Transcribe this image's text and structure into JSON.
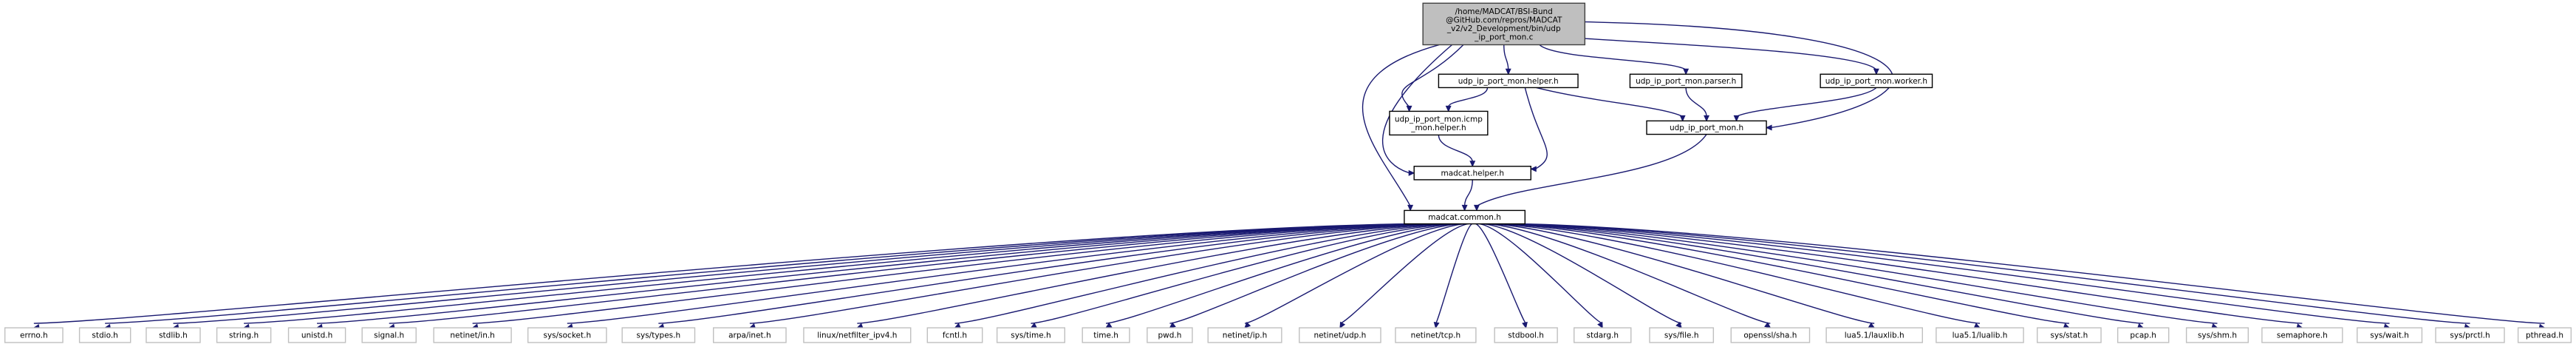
{
  "colors": {
    "edge": "#191970",
    "root_fill": "#bfbfbf",
    "root_border": "#404040",
    "node_fill": "#ffffff",
    "node_border": "#000000",
    "leaf_border": "#bfbfbf",
    "text": "#000000"
  },
  "nodes": [
    {
      "id": "root",
      "lines": [
        "/home/MADCAT/BSI-Bund",
        "@GitHub.com/repros/MADCAT",
        "_v2/v2_Development/bin/udp",
        "_ip_port_mon.c"
      ],
      "kind": "root"
    },
    {
      "id": "helper",
      "lines": [
        "udp_ip_port_mon.helper.h"
      ],
      "kind": "normal"
    },
    {
      "id": "parser",
      "lines": [
        "udp_ip_port_mon.parser.h"
      ],
      "kind": "normal"
    },
    {
      "id": "worker",
      "lines": [
        "udp_ip_port_mon.worker.h"
      ],
      "kind": "normal"
    },
    {
      "id": "icmp",
      "lines": [
        "udp_ip_port_mon.icmp",
        "_mon.helper.h"
      ],
      "kind": "normal"
    },
    {
      "id": "mon",
      "lines": [
        "udp_ip_port_mon.h"
      ],
      "kind": "normal"
    },
    {
      "id": "madhelper",
      "lines": [
        "madcat.helper.h"
      ],
      "kind": "normal"
    },
    {
      "id": "common",
      "lines": [
        "madcat.common.h"
      ],
      "kind": "normal"
    },
    {
      "id": "errno",
      "lines": [
        "errno.h"
      ],
      "kind": "leaf"
    },
    {
      "id": "stdio",
      "lines": [
        "stdio.h"
      ],
      "kind": "leaf"
    },
    {
      "id": "stdlib",
      "lines": [
        "stdlib.h"
      ],
      "kind": "leaf"
    },
    {
      "id": "string",
      "lines": [
        "string.h"
      ],
      "kind": "leaf"
    },
    {
      "id": "unistd",
      "lines": [
        "unistd.h"
      ],
      "kind": "leaf"
    },
    {
      "id": "signal",
      "lines": [
        "signal.h"
      ],
      "kind": "leaf"
    },
    {
      "id": "netinet_in",
      "lines": [
        "netinet/in.h"
      ],
      "kind": "leaf"
    },
    {
      "id": "sys_socket",
      "lines": [
        "sys/socket.h"
      ],
      "kind": "leaf"
    },
    {
      "id": "sys_types",
      "lines": [
        "sys/types.h"
      ],
      "kind": "leaf"
    },
    {
      "id": "arpa_inet",
      "lines": [
        "arpa/inet.h"
      ],
      "kind": "leaf"
    },
    {
      "id": "netfilter",
      "lines": [
        "linux/netfilter_ipv4.h"
      ],
      "kind": "leaf"
    },
    {
      "id": "fcntl",
      "lines": [
        "fcntl.h"
      ],
      "kind": "leaf"
    },
    {
      "id": "sys_time",
      "lines": [
        "sys/time.h"
      ],
      "kind": "leaf"
    },
    {
      "id": "time",
      "lines": [
        "time.h"
      ],
      "kind": "leaf"
    },
    {
      "id": "pwd",
      "lines": [
        "pwd.h"
      ],
      "kind": "leaf"
    },
    {
      "id": "netinet_ip",
      "lines": [
        "netinet/ip.h"
      ],
      "kind": "leaf"
    },
    {
      "id": "netinet_udp",
      "lines": [
        "netinet/udp.h"
      ],
      "kind": "leaf"
    },
    {
      "id": "netinet_tcp",
      "lines": [
        "netinet/tcp.h"
      ],
      "kind": "leaf"
    },
    {
      "id": "stdbool",
      "lines": [
        "stdbool.h"
      ],
      "kind": "leaf"
    },
    {
      "id": "stdarg",
      "lines": [
        "stdarg.h"
      ],
      "kind": "leaf"
    },
    {
      "id": "sys_file",
      "lines": [
        "sys/file.h"
      ],
      "kind": "leaf"
    },
    {
      "id": "openssl_sha",
      "lines": [
        "openssl/sha.h"
      ],
      "kind": "leaf"
    },
    {
      "id": "lauxlib",
      "lines": [
        "lua5.1/lauxlib.h"
      ],
      "kind": "leaf"
    },
    {
      "id": "lualib",
      "lines": [
        "lua5.1/lualib.h"
      ],
      "kind": "leaf"
    },
    {
      "id": "sys_stat",
      "lines": [
        "sys/stat.h"
      ],
      "kind": "leaf"
    },
    {
      "id": "pcap",
      "lines": [
        "pcap.h"
      ],
      "kind": "leaf"
    },
    {
      "id": "sys_shm",
      "lines": [
        "sys/shm.h"
      ],
      "kind": "leaf"
    },
    {
      "id": "semaphore",
      "lines": [
        "semaphore.h"
      ],
      "kind": "leaf"
    },
    {
      "id": "sys_wait",
      "lines": [
        "sys/wait.h"
      ],
      "kind": "leaf"
    },
    {
      "id": "sys_prctl",
      "lines": [
        "sys/prctl.h"
      ],
      "kind": "leaf"
    },
    {
      "id": "pthread",
      "lines": [
        "pthread.h"
      ],
      "kind": "leaf"
    }
  ],
  "edges": [
    [
      "root",
      "helper"
    ],
    [
      "root",
      "parser"
    ],
    [
      "root",
      "worker"
    ],
    [
      "root",
      "mon"
    ],
    [
      "root",
      "icmp"
    ],
    [
      "root",
      "madhelper"
    ],
    [
      "root",
      "common"
    ],
    [
      "helper",
      "icmp"
    ],
    [
      "helper",
      "mon"
    ],
    [
      "helper",
      "madhelper"
    ],
    [
      "parser",
      "mon"
    ],
    [
      "worker",
      "mon"
    ],
    [
      "icmp",
      "madhelper"
    ],
    [
      "mon",
      "common"
    ],
    [
      "madhelper",
      "common"
    ],
    [
      "common",
      "errno"
    ],
    [
      "common",
      "stdio"
    ],
    [
      "common",
      "stdlib"
    ],
    [
      "common",
      "string"
    ],
    [
      "common",
      "unistd"
    ],
    [
      "common",
      "signal"
    ],
    [
      "common",
      "netinet_in"
    ],
    [
      "common",
      "sys_socket"
    ],
    [
      "common",
      "sys_types"
    ],
    [
      "common",
      "arpa_inet"
    ],
    [
      "common",
      "netfilter"
    ],
    [
      "common",
      "fcntl"
    ],
    [
      "common",
      "sys_time"
    ],
    [
      "common",
      "time"
    ],
    [
      "common",
      "pwd"
    ],
    [
      "common",
      "netinet_ip"
    ],
    [
      "common",
      "netinet_udp"
    ],
    [
      "common",
      "netinet_tcp"
    ],
    [
      "common",
      "stdbool"
    ],
    [
      "common",
      "stdarg"
    ],
    [
      "common",
      "sys_file"
    ],
    [
      "common",
      "openssl_sha"
    ],
    [
      "common",
      "lauxlib"
    ],
    [
      "common",
      "lualib"
    ],
    [
      "common",
      "sys_stat"
    ],
    [
      "common",
      "pcap"
    ],
    [
      "common",
      "sys_shm"
    ],
    [
      "common",
      "semaphore"
    ],
    [
      "common",
      "sys_wait"
    ],
    [
      "common",
      "sys_prctl"
    ],
    [
      "common",
      "pthread"
    ]
  ]
}
